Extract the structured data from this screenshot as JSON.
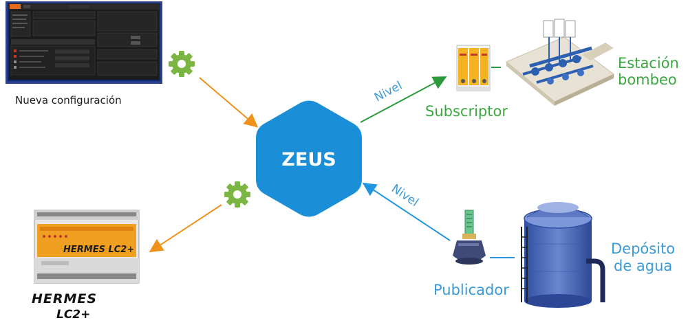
{
  "hub": {
    "label": "ZEUS"
  },
  "nodes": {
    "config_screen": {
      "label": "Nueva configuración"
    },
    "hermes": {
      "label_line1": "HERMES",
      "label_line2": "LC2+",
      "device_text": "HERMES LC2+"
    },
    "subscriptor": {
      "label": "Subscriptor"
    },
    "estacion": {
      "label_line1": "Estación",
      "label_line2": "bombeo"
    },
    "publicador": {
      "label": "Publicador"
    },
    "deposito": {
      "label_line1": "Depósito",
      "label_line2": "de agua"
    }
  },
  "edges": {
    "to_subscriptor": {
      "label": "Nivel"
    },
    "from_publicador": {
      "label": "Nivel"
    }
  },
  "colors": {
    "hub": "#1a8fd8",
    "orange": "#f0911a",
    "green": "#2a9a3a",
    "blue": "#2196e0",
    "gear": "#7bb642",
    "label_green": "#3aa83e",
    "label_blue": "#3a9bd8"
  },
  "icons": {
    "gear": "gear-icon"
  }
}
